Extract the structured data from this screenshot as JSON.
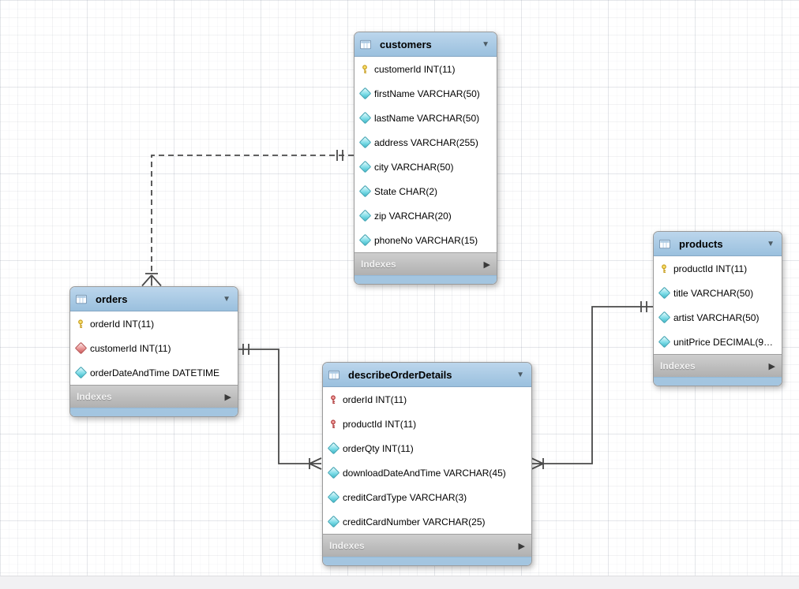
{
  "diagram": {
    "tables": [
      {
        "name": "customers",
        "footer": "Indexes",
        "fields": [
          {
            "icon": "primary-key",
            "text": "customerId INT(11)"
          },
          {
            "icon": "attribute",
            "text": "firstName VARCHAR(50)"
          },
          {
            "icon": "attribute",
            "text": "lastName VARCHAR(50)"
          },
          {
            "icon": "attribute",
            "text": "address VARCHAR(255)"
          },
          {
            "icon": "attribute",
            "text": "city VARCHAR(50)"
          },
          {
            "icon": "attribute",
            "text": "State CHAR(2)"
          },
          {
            "icon": "attribute",
            "text": "zip VARCHAR(20)"
          },
          {
            "icon": "attribute",
            "text": "phoneNo VARCHAR(15)"
          }
        ]
      },
      {
        "name": "orders",
        "footer": "Indexes",
        "fields": [
          {
            "icon": "primary-key",
            "text": "orderId INT(11)"
          },
          {
            "icon": "foreign-key",
            "text": "customerId INT(11)"
          },
          {
            "icon": "attribute",
            "text": "orderDateAndTime DATETIME"
          }
        ]
      },
      {
        "name": "products",
        "footer": "Indexes",
        "fields": [
          {
            "icon": "primary-key",
            "text": "productId INT(11)"
          },
          {
            "icon": "attribute",
            "text": "title VARCHAR(50)"
          },
          {
            "icon": "attribute",
            "text": "artist VARCHAR(50)"
          },
          {
            "icon": "attribute",
            "text": "unitPrice DECIMAL(9…"
          }
        ]
      },
      {
        "name": "describeOrderDetails",
        "footer": "Indexes",
        "fields": [
          {
            "icon": "primary-foreign-key",
            "text": "orderId INT(11)"
          },
          {
            "icon": "primary-foreign-key",
            "text": "productId INT(11)"
          },
          {
            "icon": "attribute",
            "text": "orderQty INT(11)"
          },
          {
            "icon": "attribute",
            "text": "downloadDateAndTime VARCHAR(45)"
          },
          {
            "icon": "attribute",
            "text": "creditCardType VARCHAR(3)"
          },
          {
            "icon": "attribute",
            "text": "creditCardNumber VARCHAR(25)"
          }
        ]
      }
    ],
    "relationships": [
      {
        "from": "customers",
        "to": "orders",
        "cardinality": "one-to-many",
        "line": "dashed"
      },
      {
        "from": "orders",
        "to": "describeOrderDetails",
        "cardinality": "one-to-many",
        "line": "solid"
      },
      {
        "from": "products",
        "to": "describeOrderDetails",
        "cardinality": "one-to-many",
        "line": "solid"
      }
    ],
    "colors": {
      "table_header_blue": "#a6c6e1",
      "table_footer_gray": "#b9b9b9",
      "connector": "#4a4a4a",
      "primary_key_icon": "#e9c63e",
      "foreign_key_icon": "#dd8181",
      "attribute_icon": "#7fdde8"
    }
  }
}
